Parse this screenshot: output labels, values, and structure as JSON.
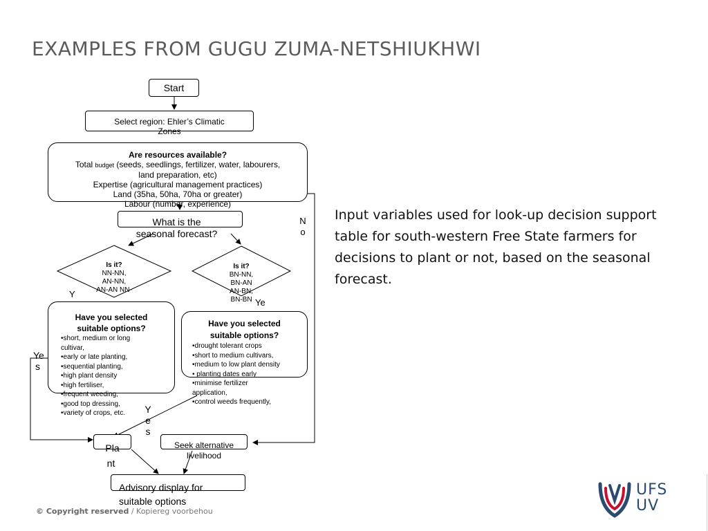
{
  "slide": {
    "title": "EXAMPLES FROM GUGU ZUMA-NETSHIUKHWI",
    "description": " Input variables used for look-up decision support table for south-western Free State farmers for decisions to plant or not, based on the seasonal forecast.",
    "footer_copyright": "© Copyright reserved",
    "footer_sep": " / ",
    "footer_local": "Kopiereg voorbehou",
    "logo_text_line1": "UFS",
    "logo_text_line2": "UV",
    "colors": {
      "title": "#5b5b5b",
      "logo_blue": "#2b4a6f",
      "logo_red": "#c8102e"
    }
  },
  "flowchart": {
    "start": "Start",
    "region_line1": "Select region: Ehler’s Climatic",
    "region_line2": "Zones",
    "resources": {
      "title": "Are resources available?",
      "total_pre": "Total ",
      "total_budget": "budget",
      "total_post": " (seeds, seedlings, fertilizer, water, labourers,",
      "total_line2": "land preparation, etc)",
      "expertise": "Expertise (agricultural management practices)",
      "land": "Land (35ha, 50ha, 70ha or greater)",
      "labour": "Labour (number, experience)"
    },
    "forecast_line1": "What is the",
    "forecast_line2": "seasonal forecast?",
    "diamond_left": {
      "title": "Is it?",
      "line1": "NN-NN,",
      "line2": "AN-NN,",
      "line3": "AN-AN NN-"
    },
    "diamond_right": {
      "title": "Is it?",
      "line1": "BN-NN,",
      "line2": "BN-AN",
      "line3": "AN-BN,",
      "line4": "BN-BN"
    },
    "options_left": {
      "title_line1": "Have you selected",
      "title_line2": "suitable options?",
      "items": [
        "•short, medium or long",
        "cultivar,",
        "•early or late planting,",
        "•sequential  planting,",
        "•high plant density",
        "•high fertiliser,",
        "•frequent weeding,",
        "•good top dressing,",
        "•variety of crops, etc."
      ]
    },
    "options_right": {
      "title_line1": "Have you selected",
      "title_line2": "suitable options?",
      "items": [
        "•drought tolerant crops",
        "•short to medium cultivars,",
        "•medium to low plant density",
        "• planting dates early",
        "•minimise fertilizer",
        "application,",
        "•control weeds frequently,"
      ]
    },
    "plant_line1": "Pla",
    "plant_line2": "nt",
    "seek_line1": "Seek alternative",
    "seek_line2": "livelihood",
    "advisory_line1": "Advisory display for",
    "advisory_line2": "suitable options",
    "labels": {
      "no_1": "N",
      "no_2": "o",
      "y_left": "Y",
      "ye_right": "Ye",
      "yes_left_1": "Ye",
      "yes_left_2": "s",
      "yes_mid_1": "Y",
      "yes_mid_2": "e",
      "yes_mid_3": "s"
    }
  }
}
